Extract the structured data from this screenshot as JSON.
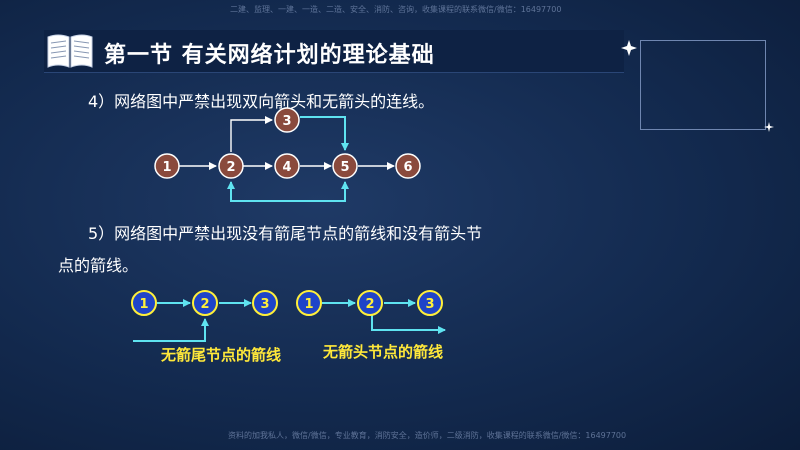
{
  "header": {
    "title": "第一节  有关网络计划的理论基础",
    "watermark_top": "二建、监理、一建、一造、二造、安全、消防、咨询，收集课程的联系微信/微信：16497700",
    "watermark_bottom": "资料的加我私人，微信/微信，专业教育，消防安全，造价师，二级消防，收集课程的联系微信/微信：16497700"
  },
  "rule4": {
    "text": "4）网络图中严禁出现双向箭头和无箭头的连线。"
  },
  "rule5": {
    "line1": "5）网络图中严禁出现没有箭尾节点的箭线和没有箭头节",
    "line2": "点的箭线。"
  },
  "diagram1": {
    "nodes": [
      "1",
      "2",
      "3",
      "4",
      "5",
      "6"
    ]
  },
  "diagram2": {
    "nodes": [
      "1",
      "2",
      "3"
    ],
    "caption": "无箭尾节点的箭线"
  },
  "diagram3": {
    "nodes": [
      "1",
      "2",
      "3"
    ],
    "caption": "无箭头节点的箭线"
  },
  "colors": {
    "arrow": "#5fe3f0",
    "node_brown": "#8a4a3d",
    "node_blue": "#1f44c8",
    "node_number_yellow": "#ffef3a",
    "caption_yellow": "#ffe83a"
  }
}
